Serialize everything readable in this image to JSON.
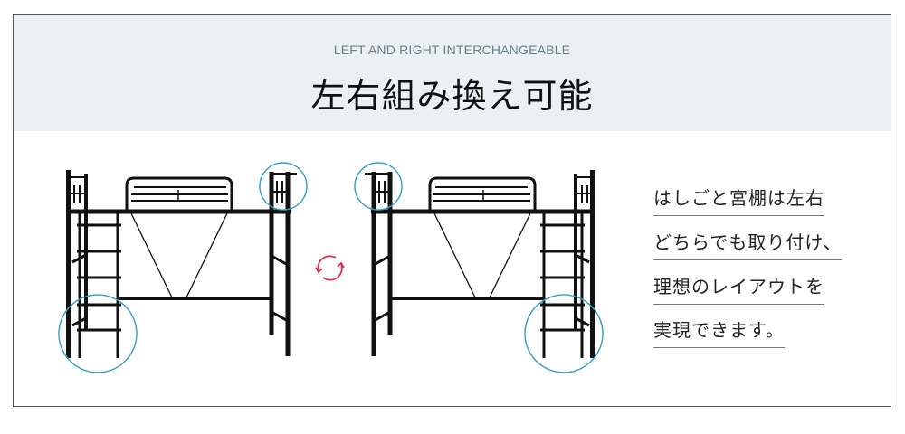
{
  "header": {
    "subtitle": "LEFT AND RIGHT INTERCHANGEABLE",
    "title": "左右組み換え可能"
  },
  "description": {
    "lines": [
      "はしごと宮棚は左右",
      "どちらでも取り付け、",
      "理想のレイアウトを",
      "実現できます。"
    ]
  },
  "icons": {
    "swap": "rotate-arrows-icon"
  },
  "colors": {
    "header_bg": "#eaf0f3",
    "highlight_circle": "#3aa3c8",
    "rotate_icon": "#e0324a",
    "frame": "#111111"
  }
}
